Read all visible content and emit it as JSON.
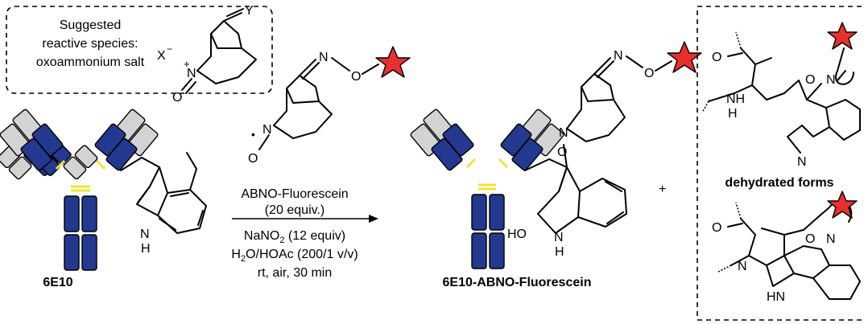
{
  "box_top_left": {
    "line1": "Suggested",
    "line2": "reactive species:",
    "line3": "oxoammonium salt",
    "anion": "X",
    "anion_charge": "−",
    "cation_charge": "+",
    "atom_n": "N",
    "atom_o": "O",
    "atom_y": "Y"
  },
  "reagent": {
    "atom_n_oxime": "N",
    "atom_o_oxime": "O",
    "atom_n_ring": "N",
    "atom_o_ring": "O",
    "radical_dot": "•"
  },
  "conditions": {
    "line1": "ABNO-Fluorescein",
    "line2": "(20 equiv.)",
    "line3_main": "NaNO",
    "line3_sub": "2",
    "line3_rest": " (12 equiv)",
    "line4_a": "H",
    "line4_sub": "2",
    "line4_b": "O/HOAc (200/1  v/v)",
    "line5": "rt, air, 30 min"
  },
  "starting_material": {
    "label": "6E10",
    "atom_nh_n": "N",
    "atom_nh_h": "H"
  },
  "product": {
    "label": "6E10-ABNO-Fluorescein",
    "atom_n_oxime": "N",
    "atom_o_oxime": "O",
    "atom_n_ring": "N",
    "atom_o_link": "O",
    "atom_ho": "HO",
    "atom_n_indoline": "N",
    "atom_h_indoline": "H"
  },
  "plus_sign": "+",
  "box_right": {
    "label_middle": "dehydrated forms",
    "top": {
      "atom_o_carbonyl": "O",
      "atom_nh": "NH",
      "atom_h": "H",
      "atom_o_link": "O",
      "atom_n_link": "N",
      "atom_n_indolenine": "N"
    },
    "bottom": {
      "atom_o_carbonyl": "O",
      "atom_n_ring": "N",
      "atom_o_link": "O",
      "atom_n_link": "N",
      "atom_hn": "HN"
    }
  },
  "colors": {
    "antibody_heavy": "#23388f",
    "antibody_light": "#d3d3d3",
    "disulfide": "#f2e33a",
    "fluorophore_star": "#e8302f"
  }
}
